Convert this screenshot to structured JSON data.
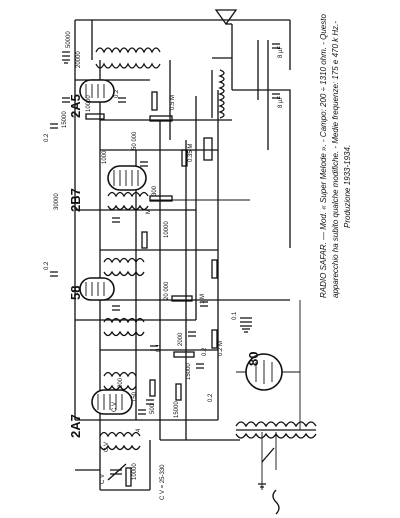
{
  "tubes": {
    "t1": "2A5",
    "t2": "2B7",
    "t3": "58",
    "t4": "2A7",
    "t5": "80"
  },
  "caption": {
    "line1": "RADIO SAFAR. — Mod. « Super Melode ». - Campo: 200 ÷ 1310 ohm. - Questo",
    "line2": "apparecchio ha subito qualche modifiche. - Medie frequenze: 175 e 470 k Hz.-",
    "line3": "Produzione 1933-1934."
  },
  "components": {
    "c50000": "50000",
    "c20000": "20000",
    "c15000": "15000",
    "c10000": "10000",
    "c02a": "0.2",
    "c02b": "0.2",
    "c02c": "0.2",
    "c02d": "0.2",
    "c02e": "0.2",
    "c05m": "0.5 M",
    "c50000b": "50 000",
    "c035m": "0.35 M",
    "c1000": "1000",
    "c300": "300",
    "c30000": "30000",
    "c10000b": "10000",
    "cm": "M",
    "c20000b": "20 000",
    "c1m": "1 M",
    "c01": "0.1",
    "c2000": "2000",
    "c15000b": "15000",
    "c01b": "0.1",
    "c500": "500",
    "c200": "200",
    "c150": "150",
    "c4": "4",
    "c15000c": "15000",
    "c10000c": "10000",
    "c02m": "0.2 M",
    "c8uf1": "8 µF",
    "c8uf2": "8 µF",
    "cv1": "C V",
    "cv2": "C V",
    "cv3": "C V",
    "cvrange": "C V = 25-330"
  }
}
